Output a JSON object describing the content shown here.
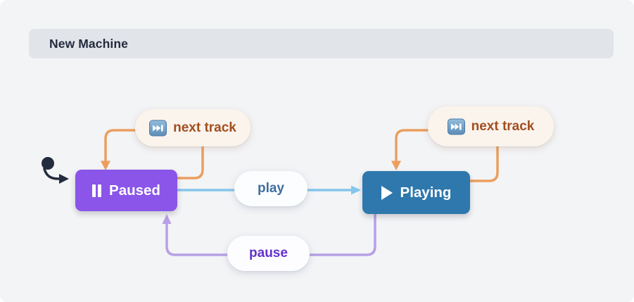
{
  "header": {
    "title": "New Machine"
  },
  "diagram": {
    "initial_state": "Paused",
    "states": {
      "paused": {
        "label": "Paused",
        "color": "#8a55e8",
        "icon": "pause"
      },
      "playing": {
        "label": "Playing",
        "color": "#2e78ad",
        "icon": "play"
      }
    },
    "events": {
      "play": {
        "label": "play",
        "text_color": "#3f6f9f",
        "arrow_color": "#85c6ec",
        "from": "Paused",
        "to": "Playing"
      },
      "pause": {
        "label": "pause",
        "text_color": "#6433cc",
        "arrow_color": "#b7a0e5",
        "from": "Playing",
        "to": "Paused"
      },
      "next_track_paused": {
        "label": "next track",
        "text_color": "#a34e1f",
        "arrow_color": "#eb9e5e",
        "from": "Paused",
        "to": "Paused"
      },
      "next_track_playing": {
        "label": "next track",
        "text_color": "#a34e1f",
        "arrow_color": "#eb9e5e",
        "from": "Playing",
        "to": "Playing"
      }
    },
    "colors": {
      "canvas_bg": "#f3f4f6",
      "header_bg": "#e1e4e9",
      "initial_marker": "#232b3e",
      "event_pill_cream": "#faf4ed"
    }
  }
}
